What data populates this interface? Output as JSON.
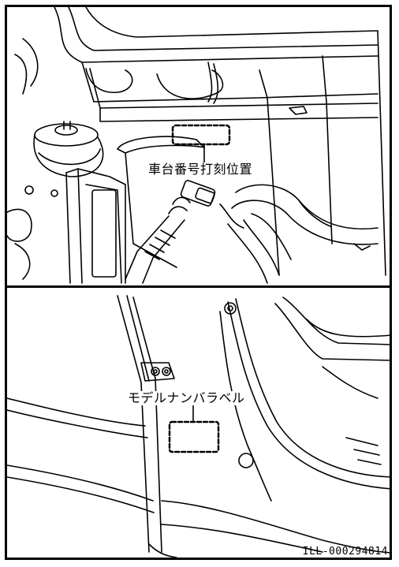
{
  "top_panel": {
    "callout_label": "車台番号打刻位置"
  },
  "bottom_panel": {
    "callout_label": "モデルナンバラベル"
  },
  "footer": {
    "illustration_id": "ILL-000294814"
  }
}
